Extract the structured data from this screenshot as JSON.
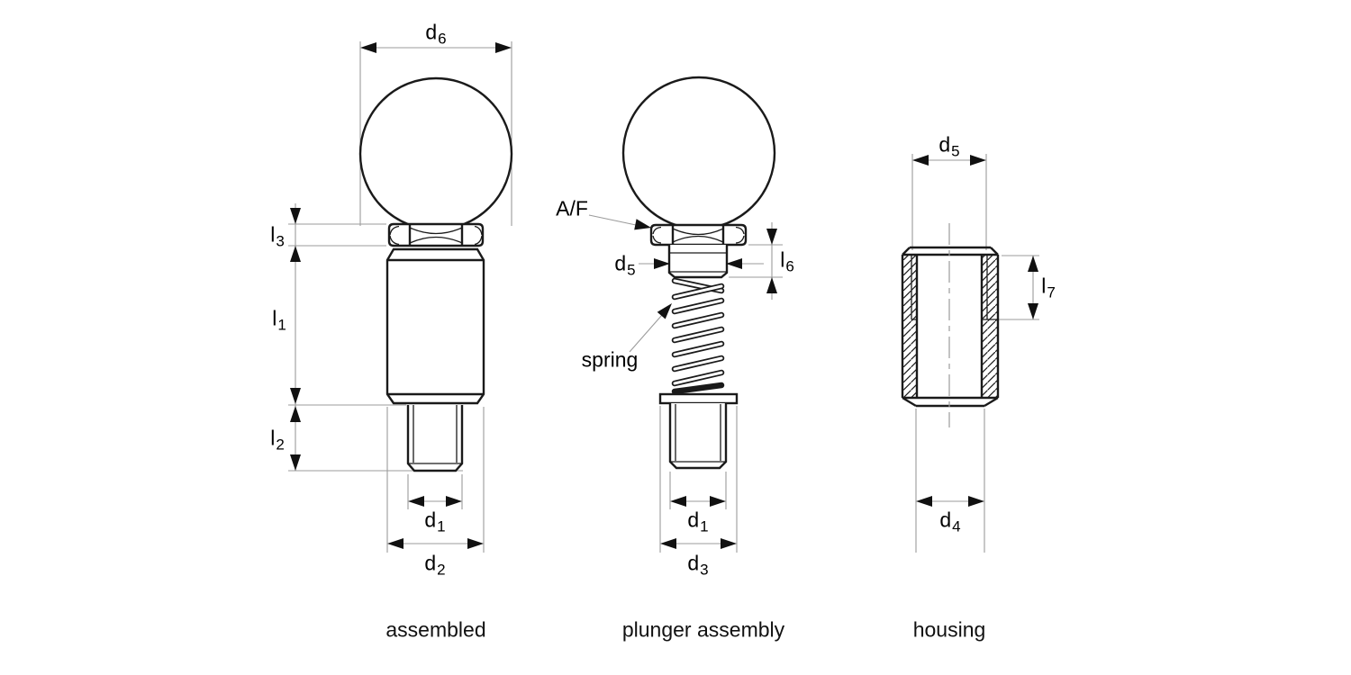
{
  "captions": {
    "assembled": "assembled",
    "plunger_assembly": "plunger assembly",
    "housing": "housing"
  },
  "labels": {
    "d6": {
      "base": "d",
      "sub": "6"
    },
    "l3": {
      "base": "l",
      "sub": "3"
    },
    "l1": {
      "base": "l",
      "sub": "1"
    },
    "l2": {
      "base": "l",
      "sub": "2"
    },
    "d1": {
      "base": "d",
      "sub": "1"
    },
    "d2": {
      "base": "d",
      "sub": "2"
    },
    "d3": {
      "base": "d",
      "sub": "3"
    },
    "d4": {
      "base": "d",
      "sub": "4"
    },
    "d5": {
      "base": "d",
      "sub": "5"
    },
    "l6": {
      "base": "l",
      "sub": "6"
    },
    "l7": {
      "base": "l",
      "sub": "7"
    },
    "af": "A/F",
    "spring": "spring"
  },
  "colors": {
    "outline": "#1a1a1a",
    "dimension_lines": "#9b9b9b",
    "text": "#000000",
    "background": "#ffffff"
  }
}
